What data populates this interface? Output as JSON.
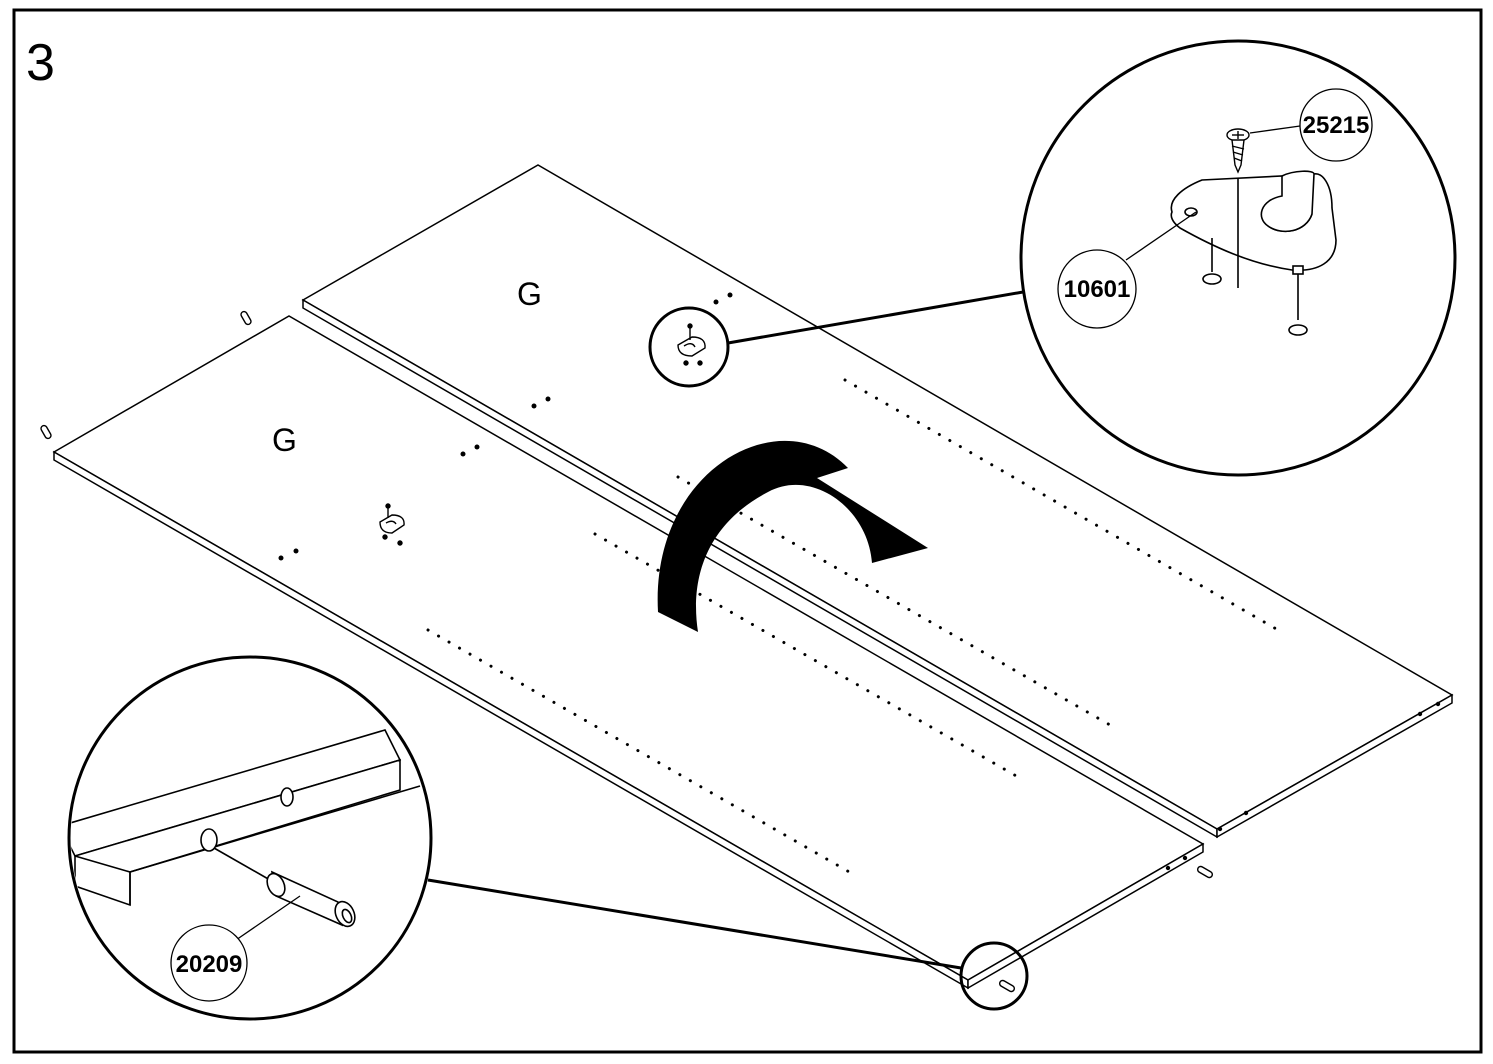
{
  "step_number": "3",
  "panels": [
    {
      "label": "G"
    },
    {
      "label": "G"
    }
  ],
  "parts": {
    "screw": {
      "code": "25215"
    },
    "bracket": {
      "code": "10601"
    },
    "dowel": {
      "code": "20209"
    }
  },
  "icons": [
    "rotate-arrow-icon",
    "screw-icon",
    "bracket-icon",
    "dowel-icon"
  ],
  "colors": {
    "line": "#000000",
    "background": "#ffffff"
  }
}
